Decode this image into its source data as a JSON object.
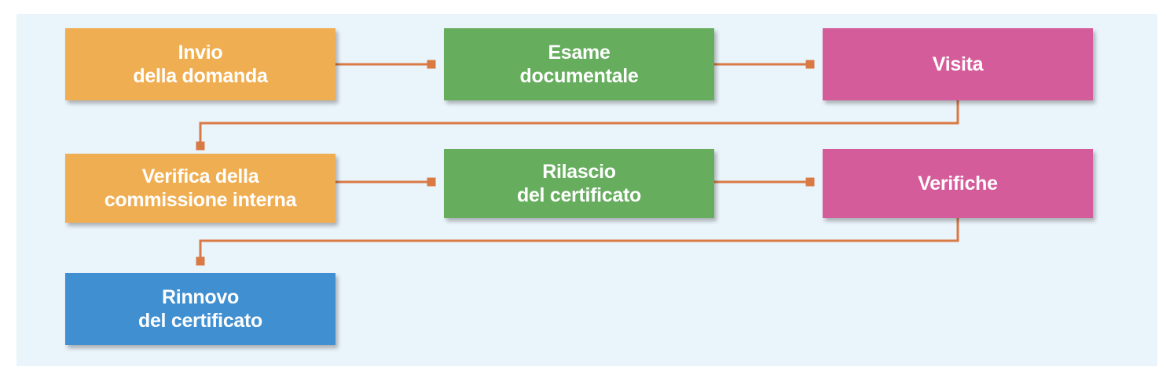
{
  "colors": {
    "background": "#eaf4fb",
    "connector": "#d97a45",
    "orange": "#f0ae52",
    "green": "#66ad5e",
    "pink": "#d55c9a",
    "blue": "#408fd0"
  },
  "steps": [
    {
      "id": "invio",
      "label": "Invio\ndella domanda",
      "color": "orange"
    },
    {
      "id": "esame",
      "label": "Esame\ndocumentale",
      "color": "green"
    },
    {
      "id": "visita",
      "label": "Visita",
      "color": "pink"
    },
    {
      "id": "verifica-commissione",
      "label": "Verifica della\ncommissione interna",
      "color": "orange"
    },
    {
      "id": "rilascio",
      "label": "Rilascio\ndel certificato",
      "color": "green"
    },
    {
      "id": "verifiche",
      "label": "Verifiche",
      "color": "pink"
    },
    {
      "id": "rinnovo",
      "label": "Rinnovo\ndel certificato",
      "color": "blue"
    }
  ]
}
